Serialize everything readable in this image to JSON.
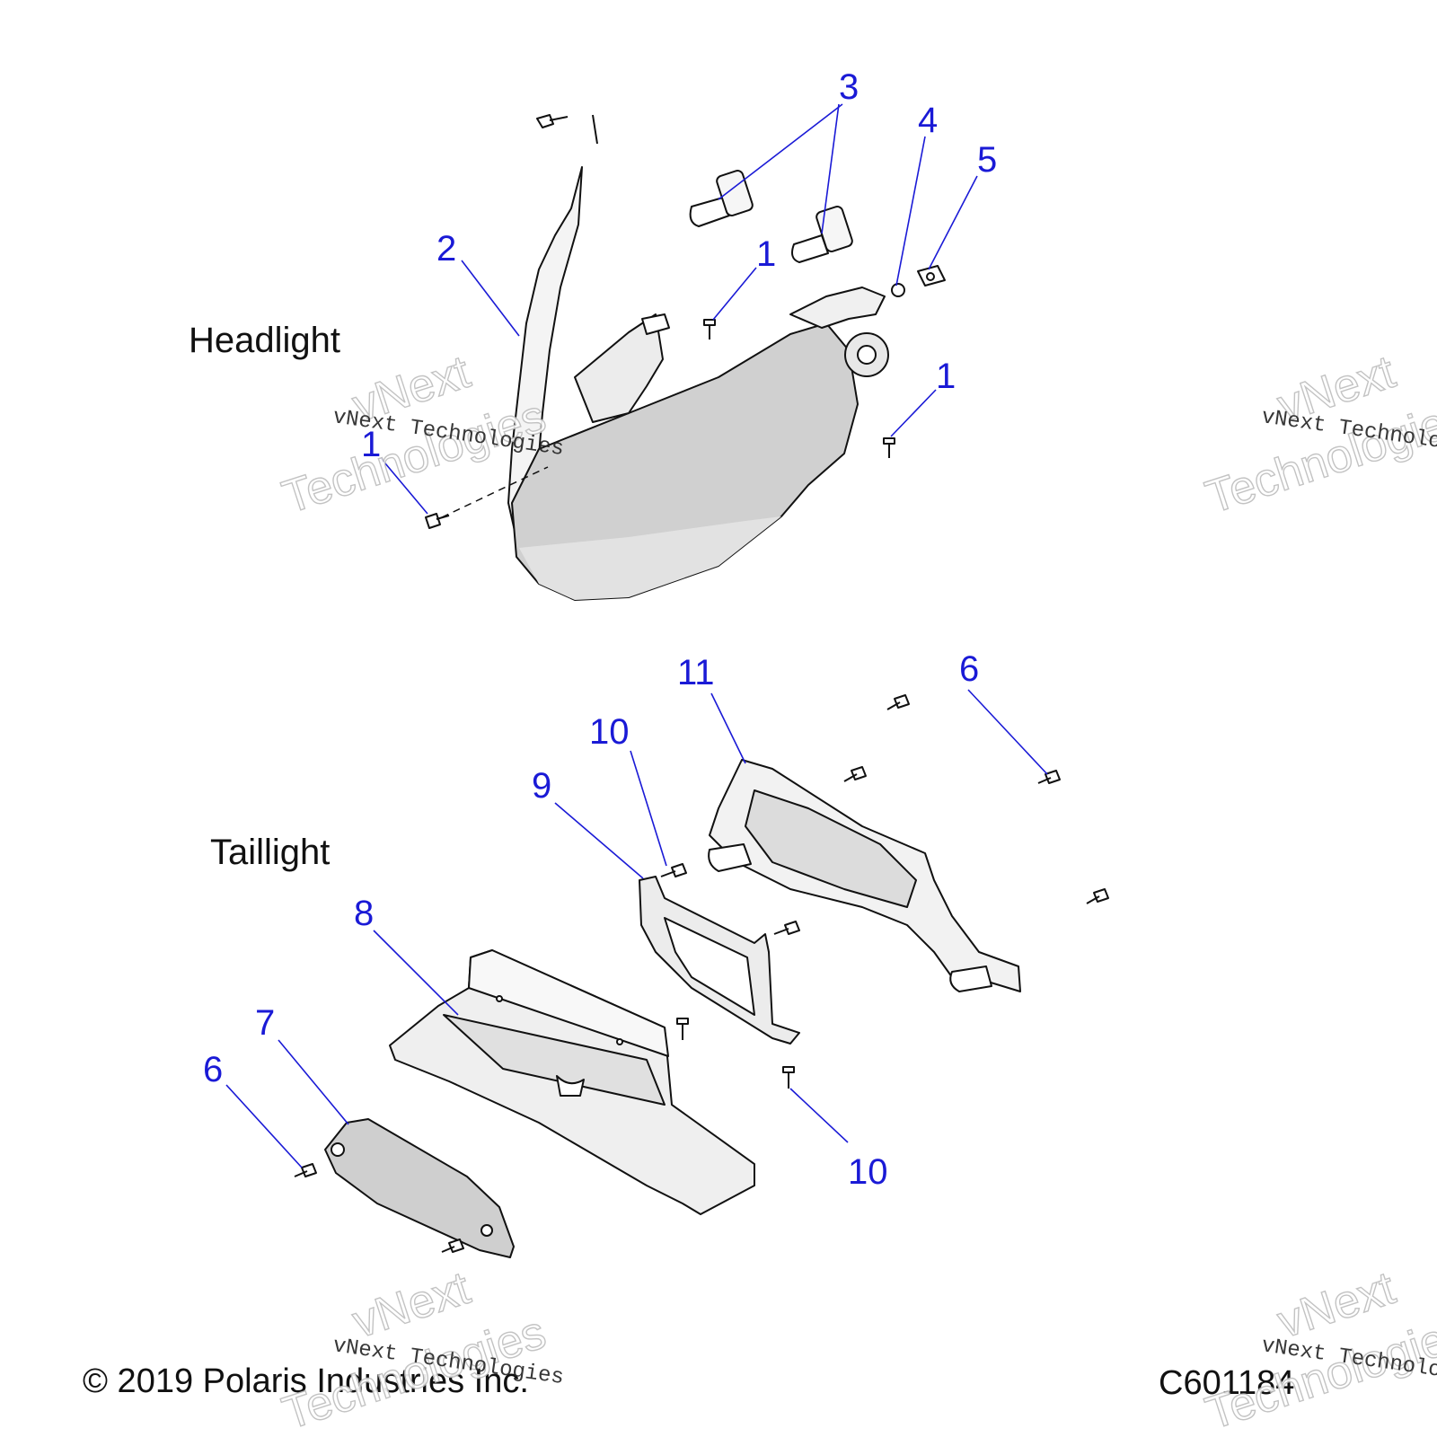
{
  "sections": {
    "headlight": "Headlight",
    "taillight": "Taillight"
  },
  "callouts": {
    "c1a": "1",
    "c1b": "1",
    "c1c": "1",
    "c2": "2",
    "c3": "3",
    "c4": "4",
    "c5": "5",
    "c6a": "6",
    "c6b": "6",
    "c7": "7",
    "c8": "8",
    "c9": "9",
    "c10a": "10",
    "c10b": "10",
    "c11": "11"
  },
  "footer": {
    "copyright": "© 2019 Polaris Industries Inc.",
    "figure_id": "C601184"
  },
  "watermark": {
    "small": "vNext Technologies",
    "big_line1": "vNext",
    "big_line2": "Technologies"
  },
  "colors": {
    "callout": "#1a1ad6",
    "line": "#111111",
    "lens_fill": "#d0d0d0",
    "part_fill": "#e8e8e8"
  }
}
